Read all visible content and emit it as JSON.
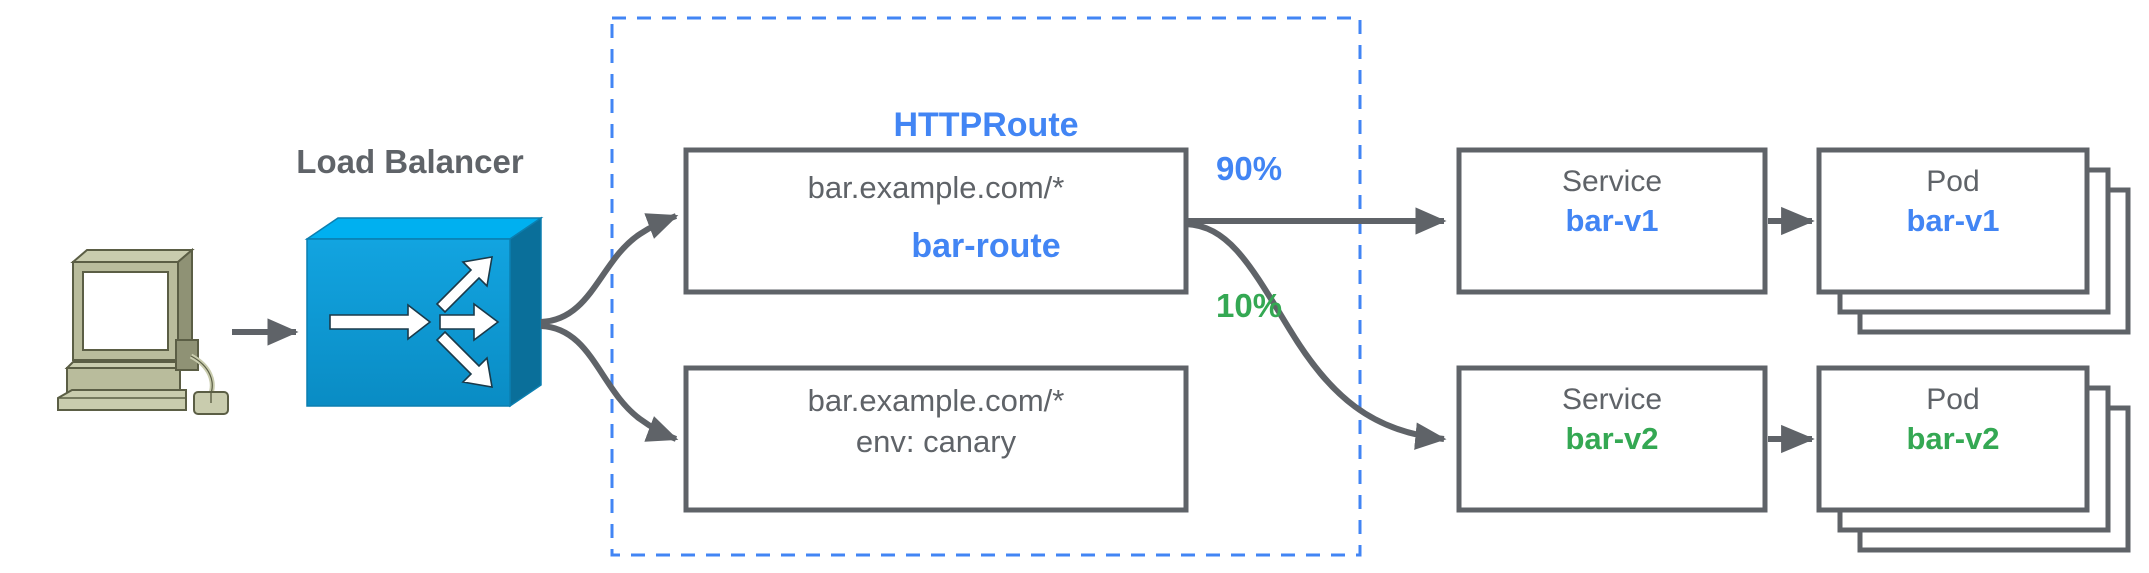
{
  "diagram": {
    "title": "Gateway API HTTPRoute canary traffic split",
    "colors": {
      "accent_blue": "#4285f4",
      "accent_green": "#34a853",
      "stroke_gray": "#5f6368",
      "lb_blue": "#0c9ad7",
      "lb_blue_dark": "#0b7fb0",
      "lb_blue_light": "#00b0f0",
      "computer_beige": "#b5b894",
      "computer_light": "#ced1b4",
      "computer_dark": "#8f9275",
      "background": "#ffffff"
    },
    "group": {
      "label_kind": "HTTPRoute",
      "label_name": "bar-route",
      "border_style": "dashed"
    },
    "client": {
      "icon": "desktop-computer-icon"
    },
    "load_balancer": {
      "label": "Load Balancer",
      "icon": "load-balancer-switch-icon"
    },
    "routes": [
      {
        "id": "route-primary",
        "lines": [
          "bar.example.com/*"
        ]
      },
      {
        "id": "route-canary",
        "lines": [
          "bar.example.com/*",
          "env: canary"
        ]
      }
    ],
    "weights": [
      {
        "id": "weight-90",
        "value": "90%",
        "color": "#4285f4"
      },
      {
        "id": "weight-10",
        "value": "10%",
        "color": "#34a853"
      }
    ],
    "services": [
      {
        "id": "service-bar-v1",
        "kind": "Service",
        "name": "bar-v1",
        "color": "#4285f4"
      },
      {
        "id": "service-bar-v2",
        "kind": "Service",
        "name": "bar-v2",
        "color": "#34a853"
      }
    ],
    "pods": [
      {
        "id": "pod-bar-v1",
        "kind": "Pod",
        "name": "bar-v1",
        "color": "#4285f4",
        "replicas": 3
      },
      {
        "id": "pod-bar-v2",
        "kind": "Pod",
        "name": "bar-v2",
        "color": "#34a853",
        "replicas": 3
      }
    ]
  }
}
